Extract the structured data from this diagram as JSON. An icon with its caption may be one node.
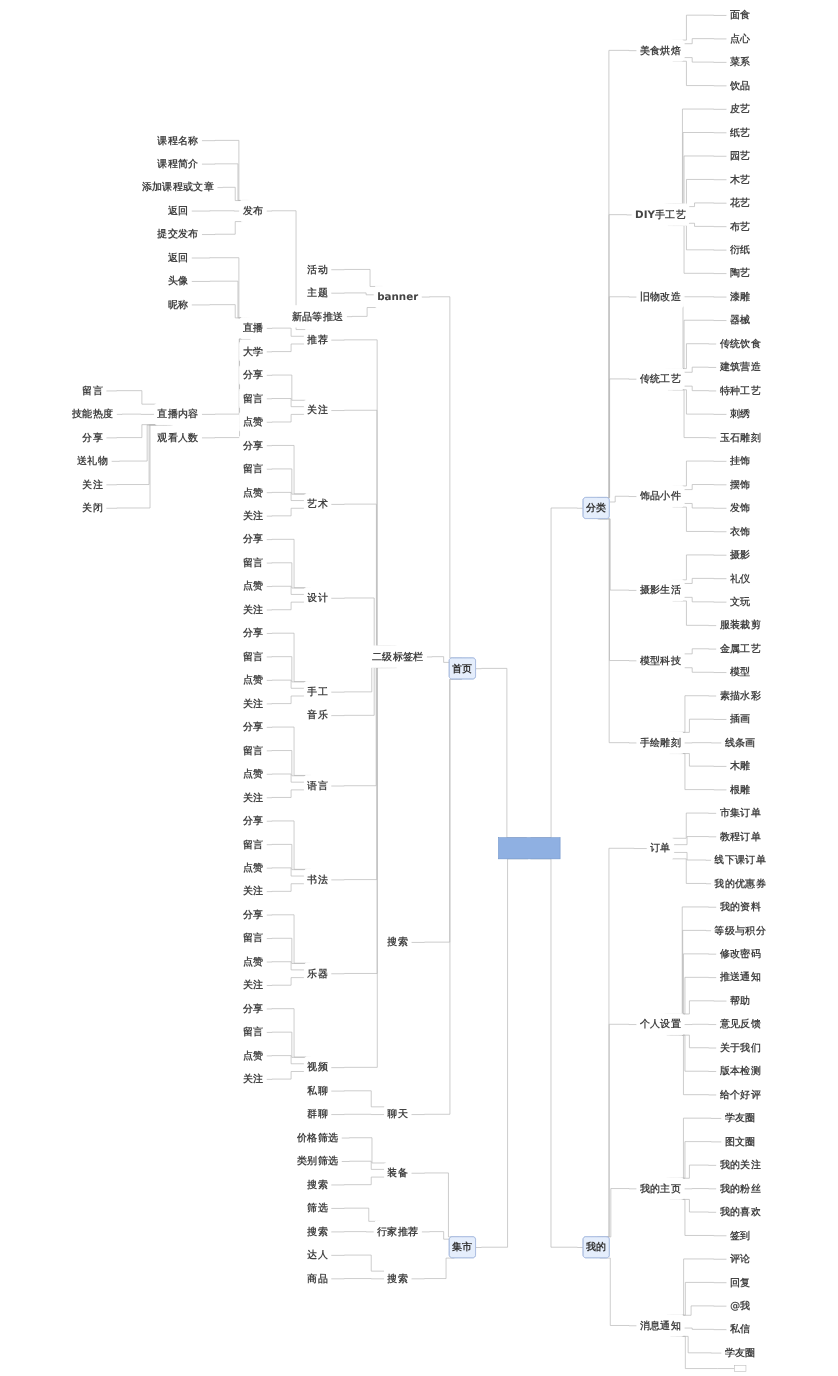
{
  "diagram": {
    "nodes": [
      {
        "text": [],
        "shape": "box"
      },
      {
        "text": [
          "首页"
        ]
      },
      {
        "text": [
          "banner"
        ]
      },
      {
        "text": [
          "活动"
        ]
      },
      {
        "text": [
          "主题"
        ]
      },
      {
        "text": [
          "新品等推送"
        ]
      },
      {
        "text": [
          "二级标签栏"
        ]
      },
      {
        "text": [
          "推荐"
        ]
      },
      {
        "text": [
          "发布"
        ]
      },
      {
        "text": [
          "课程名称"
        ]
      },
      {
        "text": [
          "课程简介"
        ]
      },
      {
        "text": [
          "添加课程或文章"
        ]
      },
      {
        "text": [
          "返回"
        ]
      },
      {
        "text": [
          "提交发布"
        ]
      },
      {
        "text": [
          "直播"
        ]
      },
      {
        "text": [
          "返回"
        ]
      },
      {
        "text": [
          "头像"
        ]
      },
      {
        "text": [
          "昵称"
        ]
      },
      {
        "text": [
          "直播内容"
        ]
      },
      {
        "text": [
          "留言"
        ]
      },
      {
        "text": [
          "技能热度"
        ]
      },
      {
        "text": [
          "分享"
        ]
      },
      {
        "text": [
          "送礼物"
        ]
      },
      {
        "text": [
          "关注"
        ]
      },
      {
        "text": [
          "关闭"
        ]
      },
      {
        "text": [
          "观看人数"
        ]
      },
      {
        "text": [
          "大学"
        ]
      },
      {
        "text": [
          "关注"
        ]
      },
      {
        "text": [
          "分享"
        ]
      },
      {
        "text": [
          "留言"
        ]
      },
      {
        "text": [
          "点赞"
        ]
      },
      {
        "text": [
          "艺术"
        ]
      },
      {
        "text": [
          "分享"
        ]
      },
      {
        "text": [
          "留言"
        ]
      },
      {
        "text": [
          "点赞"
        ]
      },
      {
        "text": [
          "关注"
        ]
      },
      {
        "text": [
          "设计"
        ]
      },
      {
        "text": [
          "分享"
        ]
      },
      {
        "text": [
          "留言"
        ]
      },
      {
        "text": [
          "点赞"
        ]
      },
      {
        "text": [
          "关注"
        ]
      },
      {
        "text": [
          "手工"
        ]
      },
      {
        "text": [
          "分享"
        ]
      },
      {
        "text": [
          "留言"
        ]
      },
      {
        "text": [
          "点赞"
        ]
      },
      {
        "text": [
          "关注"
        ]
      },
      {
        "text": [
          "音乐"
        ]
      },
      {
        "text": [
          "语言"
        ]
      },
      {
        "text": [
          "分享"
        ]
      },
      {
        "text": [
          "留言"
        ]
      },
      {
        "text": [
          "点赞"
        ]
      },
      {
        "text": [
          "关注"
        ]
      },
      {
        "text": [
          "书法"
        ]
      },
      {
        "text": [
          "分享"
        ]
      },
      {
        "text": [
          "留言"
        ]
      },
      {
        "text": [
          "点赞"
        ]
      },
      {
        "text": [
          "关注"
        ]
      },
      {
        "text": [
          "乐器"
        ]
      },
      {
        "text": [
          "分享"
        ]
      },
      {
        "text": [
          "留言"
        ]
      },
      {
        "text": [
          "点赞"
        ]
      },
      {
        "text": [
          "关注"
        ]
      },
      {
        "text": [
          "视频"
        ]
      },
      {
        "text": [
          "分享"
        ]
      },
      {
        "text": [
          "留言"
        ]
      },
      {
        "text": [
          "点赞"
        ]
      },
      {
        "text": [
          "关注"
        ]
      },
      {
        "text": [
          "搜索"
        ]
      },
      {
        "text": [
          "聊天"
        ]
      },
      {
        "text": [
          "私聊"
        ]
      },
      {
        "text": [
          "群聊"
        ]
      },
      {
        "text": [
          "集市"
        ]
      },
      {
        "text": [
          "装备"
        ]
      },
      {
        "text": [
          "价格筛选"
        ]
      },
      {
        "text": [
          "类别筛选"
        ]
      },
      {
        "text": [
          "搜索"
        ]
      },
      {
        "text": [
          "行家推荐"
        ]
      },
      {
        "text": [
          "筛选"
        ]
      },
      {
        "text": [
          "搜索"
        ]
      },
      {
        "text": [
          "搜索"
        ]
      },
      {
        "text": [
          "达人"
        ]
      },
      {
        "text": [
          "商品"
        ]
      },
      {
        "text": [
          "分类"
        ]
      },
      {
        "text": [
          "美食烘焙"
        ]
      },
      {
        "text": [
          "面食"
        ]
      },
      {
        "text": [
          "点心"
        ]
      },
      {
        "text": [
          "菜系"
        ]
      },
      {
        "text": [
          "饮品"
        ]
      },
      {
        "text": [
          "DIY手工艺"
        ]
      },
      {
        "text": [
          "皮艺"
        ]
      },
      {
        "text": [
          "纸艺"
        ]
      },
      {
        "text": [
          "园艺"
        ]
      },
      {
        "text": [
          "木艺"
        ]
      },
      {
        "text": [
          "花艺"
        ]
      },
      {
        "text": [
          "布艺"
        ]
      },
      {
        "text": [
          "衍纸"
        ]
      },
      {
        "text": [
          "陶艺"
        ]
      },
      {
        "text": [
          "旧物改造"
        ]
      },
      {
        "text": [
          "传统工艺"
        ]
      },
      {
        "text": [
          "漆雕"
        ]
      },
      {
        "text": [
          "器械"
        ]
      },
      {
        "text": [
          "传统饮食"
        ]
      },
      {
        "text": [
          "建筑营造"
        ]
      },
      {
        "text": [
          "特种工艺"
        ]
      },
      {
        "text": [
          "刺绣"
        ]
      },
      {
        "text": [
          "玉石雕刻"
        ]
      },
      {
        "text": [
          "饰品小件"
        ]
      },
      {
        "text": [
          "挂饰"
        ]
      },
      {
        "text": [
          "摆饰"
        ]
      },
      {
        "text": [
          "发饰"
        ]
      },
      {
        "text": [
          "衣饰"
        ]
      },
      {
        "text": [
          "摄影生活"
        ]
      },
      {
        "text": [
          "摄影"
        ]
      },
      {
        "text": [
          "礼仪"
        ]
      },
      {
        "text": [
          "文玩"
        ]
      },
      {
        "text": [
          "服装裁剪"
        ]
      },
      {
        "text": [
          "模型科技"
        ]
      },
      {
        "text": [
          "金属工艺"
        ]
      },
      {
        "text": [
          "模型"
        ]
      },
      {
        "text": [
          "手绘雕刻"
        ]
      },
      {
        "text": [
          "素描水彩"
        ]
      },
      {
        "text": [
          "插画"
        ]
      },
      {
        "text": [
          "线条画"
        ]
      },
      {
        "text": [
          "木雕"
        ]
      },
      {
        "text": [
          "根雕"
        ]
      },
      {
        "text": [
          "我的"
        ]
      },
      {
        "text": [
          "订单"
        ]
      },
      {
        "text": [
          "市集订单"
        ]
      },
      {
        "text": [
          "教程订单"
        ]
      },
      {
        "text": [
          "线下课订单"
        ]
      },
      {
        "text": [
          "我的优惠券"
        ]
      },
      {
        "text": [
          "个人设置"
        ]
      },
      {
        "text": [
          "我的资料"
        ]
      },
      {
        "text": [
          "等级与积分"
        ]
      },
      {
        "text": [
          "修改密码"
        ]
      },
      {
        "text": [
          "推送通知"
        ]
      },
      {
        "text": [
          "帮助"
        ]
      },
      {
        "text": [
          "意见反馈"
        ]
      },
      {
        "text": [
          "关于我们"
        ]
      },
      {
        "text": [
          "版本检测"
        ]
      },
      {
        "text": [
          "给个好评"
        ]
      },
      {
        "text": [
          "我的主页"
        ]
      },
      {
        "text": [
          "学友圈"
        ]
      },
      {
        "text": [
          "图文圈"
        ]
      },
      {
        "text": [
          "我的关注"
        ]
      },
      {
        "text": [
          "我的粉丝"
        ]
      },
      {
        "text": [
          "我的喜欢"
        ]
      },
      {
        "text": [
          "签到"
        ]
      },
      {
        "text": [
          "消息通知"
        ]
      },
      {
        "text": [
          "评论"
        ]
      },
      {
        "text": [
          "回复"
        ]
      },
      {
        "text": [
          "@我"
        ]
      },
      {
        "text": [
          "私信"
        ]
      },
      {
        "text": [
          "学友圈"
        ]
      },
      {
        "text": [],
        "shape": "box"
      }
    ],
    "edges": [
      {
        "from": 0,
        "to": 1,
        "arrow": "none"
      },
      {
        "from": 1,
        "to": 2,
        "arrow": "none"
      },
      {
        "from": 2,
        "to": 3,
        "arrow": "none"
      },
      {
        "from": 2,
        "to": 4,
        "arrow": "none"
      },
      {
        "from": 2,
        "to": 5,
        "arrow": "none"
      },
      {
        "from": 1,
        "to": 6,
        "arrow": "none"
      },
      {
        "from": 6,
        "to": 7,
        "arrow": "none"
      },
      {
        "from": 7,
        "to": 8,
        "arrow": "none"
      },
      {
        "from": 8,
        "to": 9,
        "arrow": "none"
      },
      {
        "from": 8,
        "to": 10,
        "arrow": "none"
      },
      {
        "from": 8,
        "to": 11,
        "arrow": "none"
      },
      {
        "from": 8,
        "to": 12,
        "arrow": "none"
      },
      {
        "from": 8,
        "to": 13,
        "arrow": "none"
      },
      {
        "from": 7,
        "to": 14,
        "arrow": "none"
      },
      {
        "from": 14,
        "to": 15,
        "arrow": "none"
      },
      {
        "from": 14,
        "to": 16,
        "arrow": "none"
      },
      {
        "from": 14,
        "to": 17,
        "arrow": "none"
      },
      {
        "from": 14,
        "to": 18,
        "arrow": "none"
      },
      {
        "from": 18,
        "to": 19,
        "arrow": "none"
      },
      {
        "from": 18,
        "to": 20,
        "arrow": "none"
      },
      {
        "from": 18,
        "to": 21,
        "arrow": "none"
      },
      {
        "from": 18,
        "to": 22,
        "arrow": "none"
      },
      {
        "from": 18,
        "to": 23,
        "arrow": "none"
      },
      {
        "from": 18,
        "to": 24,
        "arrow": "none"
      },
      {
        "from": 14,
        "to": 25,
        "arrow": "none"
      },
      {
        "from": 7,
        "to": 26,
        "arrow": "none"
      },
      {
        "from": 6,
        "to": 27,
        "arrow": "none"
      },
      {
        "from": 27,
        "to": 28,
        "arrow": "none"
      },
      {
        "from": 27,
        "to": 29,
        "arrow": "none"
      },
      {
        "from": 27,
        "to": 30,
        "arrow": "none"
      },
      {
        "from": 6,
        "to": 31,
        "arrow": "none"
      },
      {
        "from": 31,
        "to": 32,
        "arrow": "none"
      },
      {
        "from": 31,
        "to": 33,
        "arrow": "none"
      },
      {
        "from": 31,
        "to": 34,
        "arrow": "none"
      },
      {
        "from": 31,
        "to": 35,
        "arrow": "none"
      },
      {
        "from": 6,
        "to": 36,
        "arrow": "none"
      },
      {
        "from": 36,
        "to": 37,
        "arrow": "none"
      },
      {
        "from": 36,
        "to": 38,
        "arrow": "none"
      },
      {
        "from": 36,
        "to": 39,
        "arrow": "none"
      },
      {
        "from": 36,
        "to": 40,
        "arrow": "none"
      },
      {
        "from": 6,
        "to": 41,
        "arrow": "none"
      },
      {
        "from": 41,
        "to": 42,
        "arrow": "none"
      },
      {
        "from": 41,
        "to": 43,
        "arrow": "none"
      },
      {
        "from": 41,
        "to": 44,
        "arrow": "none"
      },
      {
        "from": 41,
        "to": 45,
        "arrow": "none"
      },
      {
        "from": 6,
        "to": 46,
        "arrow": "none"
      },
      {
        "from": 6,
        "to": 47,
        "arrow": "none"
      },
      {
        "from": 47,
        "to": 48,
        "arrow": "none"
      },
      {
        "from": 47,
        "to": 49,
        "arrow": "none"
      },
      {
        "from": 47,
        "to": 50,
        "arrow": "none"
      },
      {
        "from": 47,
        "to": 51,
        "arrow": "none"
      },
      {
        "from": 6,
        "to": 52,
        "arrow": "none"
      },
      {
        "from": 52,
        "to": 53,
        "arrow": "none"
      },
      {
        "from": 52,
        "to": 54,
        "arrow": "none"
      },
      {
        "from": 52,
        "to": 55,
        "arrow": "none"
      },
      {
        "from": 52,
        "to": 56,
        "arrow": "none"
      },
      {
        "from": 6,
        "to": 57,
        "arrow": "none"
      },
      {
        "from": 57,
        "to": 58,
        "arrow": "none"
      },
      {
        "from": 57,
        "to": 59,
        "arrow": "none"
      },
      {
        "from": 57,
        "to": 60,
        "arrow": "none"
      },
      {
        "from": 57,
        "to": 61,
        "arrow": "none"
      },
      {
        "from": 6,
        "to": 62,
        "arrow": "none"
      },
      {
        "from": 62,
        "to": 63,
        "arrow": "none"
      },
      {
        "from": 62,
        "to": 64,
        "arrow": "none"
      },
      {
        "from": 62,
        "to": 65,
        "arrow": "none"
      },
      {
        "from": 62,
        "to": 66,
        "arrow": "none"
      },
      {
        "from": 1,
        "to": 67,
        "arrow": "none"
      },
      {
        "from": 1,
        "to": 68,
        "arrow": "none"
      },
      {
        "from": 68,
        "to": 69,
        "arrow": "none"
      },
      {
        "from": 68,
        "to": 70,
        "arrow": "none"
      },
      {
        "from": 0,
        "to": 71,
        "arrow": "none"
      },
      {
        "from": 71,
        "to": 72,
        "arrow": "none"
      },
      {
        "from": 72,
        "to": 73,
        "arrow": "none"
      },
      {
        "from": 72,
        "to": 74,
        "arrow": "none"
      },
      {
        "from": 72,
        "to": 75,
        "arrow": "none"
      },
      {
        "from": 71,
        "to": 76,
        "arrow": "none"
      },
      {
        "from": 76,
        "to": 77,
        "arrow": "none"
      },
      {
        "from": 76,
        "to": 78,
        "arrow": "none"
      },
      {
        "from": 71,
        "to": 79,
        "arrow": "none"
      },
      {
        "from": 79,
        "to": 80,
        "arrow": "none"
      },
      {
        "from": 79,
        "to": 81,
        "arrow": "none"
      },
      {
        "from": 0,
        "to": 82,
        "arrow": "none"
      },
      {
        "from": 82,
        "to": 83,
        "arrow": "none"
      },
      {
        "from": 83,
        "to": 84,
        "arrow": "none"
      },
      {
        "from": 83,
        "to": 85,
        "arrow": "none"
      },
      {
        "from": 83,
        "to": 86,
        "arrow": "none"
      },
      {
        "from": 83,
        "to": 87,
        "arrow": "none"
      },
      {
        "from": 82,
        "to": 88,
        "arrow": "none"
      },
      {
        "from": 88,
        "to": 89,
        "arrow": "none"
      },
      {
        "from": 88,
        "to": 90,
        "arrow": "none"
      },
      {
        "from": 88,
        "to": 91,
        "arrow": "none"
      },
      {
        "from": 88,
        "to": 92,
        "arrow": "none"
      },
      {
        "from": 88,
        "to": 93,
        "arrow": "none"
      },
      {
        "from": 88,
        "to": 94,
        "arrow": "none"
      },
      {
        "from": 88,
        "to": 95,
        "arrow": "none"
      },
      {
        "from": 88,
        "to": 96,
        "arrow": "none"
      },
      {
        "from": 82,
        "to": 97,
        "arrow": "none"
      },
      {
        "from": 82,
        "to": 98,
        "arrow": "none"
      },
      {
        "from": 98,
        "to": 99,
        "arrow": "none"
      },
      {
        "from": 98,
        "to": 100,
        "arrow": "none"
      },
      {
        "from": 98,
        "to": 101,
        "arrow": "none"
      },
      {
        "from": 98,
        "to": 102,
        "arrow": "none"
      },
      {
        "from": 98,
        "to": 103,
        "arrow": "none"
      },
      {
        "from": 98,
        "to": 104,
        "arrow": "none"
      },
      {
        "from": 98,
        "to": 105,
        "arrow": "none"
      },
      {
        "from": 82,
        "to": 106,
        "arrow": "none"
      },
      {
        "from": 106,
        "to": 107,
        "arrow": "none"
      },
      {
        "from": 106,
        "to": 108,
        "arrow": "none"
      },
      {
        "from": 106,
        "to": 109,
        "arrow": "none"
      },
      {
        "from": 106,
        "to": 110,
        "arrow": "none"
      },
      {
        "from": 82,
        "to": 111,
        "arrow": "none"
      },
      {
        "from": 111,
        "to": 112,
        "arrow": "none"
      },
      {
        "from": 111,
        "to": 113,
        "arrow": "none"
      },
      {
        "from": 111,
        "to": 114,
        "arrow": "none"
      },
      {
        "from": 111,
        "to": 115,
        "arrow": "none"
      },
      {
        "from": 82,
        "to": 116,
        "arrow": "none"
      },
      {
        "from": 116,
        "to": 117,
        "arrow": "none"
      },
      {
        "from": 116,
        "to": 118,
        "arrow": "none"
      },
      {
        "from": 82,
        "to": 119,
        "arrow": "none"
      },
      {
        "from": 119,
        "to": 120,
        "arrow": "none"
      },
      {
        "from": 119,
        "to": 121,
        "arrow": "none"
      },
      {
        "from": 119,
        "to": 122,
        "arrow": "none"
      },
      {
        "from": 119,
        "to": 123,
        "arrow": "none"
      },
      {
        "from": 119,
        "to": 124,
        "arrow": "none"
      },
      {
        "from": 0,
        "to": 125,
        "arrow": "none"
      },
      {
        "from": 125,
        "to": 126,
        "arrow": "none"
      },
      {
        "from": 126,
        "to": 127,
        "arrow": "none"
      },
      {
        "from": 126,
        "to": 128,
        "arrow": "none"
      },
      {
        "from": 126,
        "to": 129,
        "arrow": "none"
      },
      {
        "from": 126,
        "to": 130,
        "arrow": "none"
      },
      {
        "from": 125,
        "to": 131,
        "arrow": "none"
      },
      {
        "from": 131,
        "to": 132,
        "arrow": "none"
      },
      {
        "from": 131,
        "to": 133,
        "arrow": "none"
      },
      {
        "from": 131,
        "to": 134,
        "arrow": "none"
      },
      {
        "from": 131,
        "to": 135,
        "arrow": "none"
      },
      {
        "from": 131,
        "to": 136,
        "arrow": "none"
      },
      {
        "from": 131,
        "to": 137,
        "arrow": "none"
      },
      {
        "from": 131,
        "to": 138,
        "arrow": "none"
      },
      {
        "from": 131,
        "to": 139,
        "arrow": "none"
      },
      {
        "from": 131,
        "to": 140,
        "arrow": "none"
      },
      {
        "from": 125,
        "to": 141,
        "arrow": "none"
      },
      {
        "from": 141,
        "to": 142,
        "arrow": "none"
      },
      {
        "from": 141,
        "to": 143,
        "arrow": "none"
      },
      {
        "from": 141,
        "to": 144,
        "arrow": "none"
      },
      {
        "from": 141,
        "to": 145,
        "arrow": "none"
      },
      {
        "from": 141,
        "to": 146,
        "arrow": "none"
      },
      {
        "from": 141,
        "to": 147,
        "arrow": "none"
      },
      {
        "from": 125,
        "to": 148,
        "arrow": "none"
      },
      {
        "from": 148,
        "to": 149,
        "arrow": "none"
      },
      {
        "from": 148,
        "to": 150,
        "arrow": "none"
      },
      {
        "from": 148,
        "to": 151,
        "arrow": "none"
      },
      {
        "from": 148,
        "to": 152,
        "arrow": "none"
      },
      {
        "from": 148,
        "to": 153,
        "arrow": "none"
      },
      {
        "from": 148,
        "to": 154,
        "arrow": "none"
      }
    ]
  }
}
